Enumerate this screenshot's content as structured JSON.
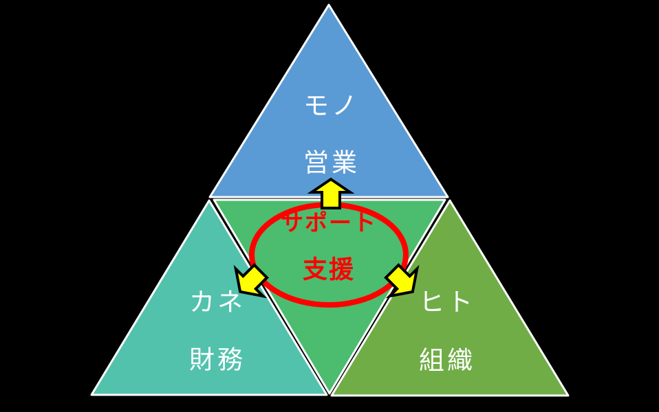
{
  "colors": {
    "background": "#000000",
    "outline": "#FFFFFF",
    "label_text": "#FFFFFF",
    "accent_red": "#FF0000",
    "arrow_fill": "#FFFF00",
    "arrow_outline": "#000000"
  },
  "triangles": {
    "top": {
      "resource_label": "モノ",
      "dept_label": "営業",
      "color": "#5B9BD5"
    },
    "left": {
      "resource_label": "カネ",
      "dept_label": "財務",
      "color": "#52C2AD"
    },
    "right": {
      "resource_label": "ヒト",
      "dept_label": "組織",
      "color": "#70AD47"
    },
    "center": {
      "color": "#4CBC6F"
    }
  },
  "support": {
    "line1": "サポート",
    "line2": "支援"
  }
}
